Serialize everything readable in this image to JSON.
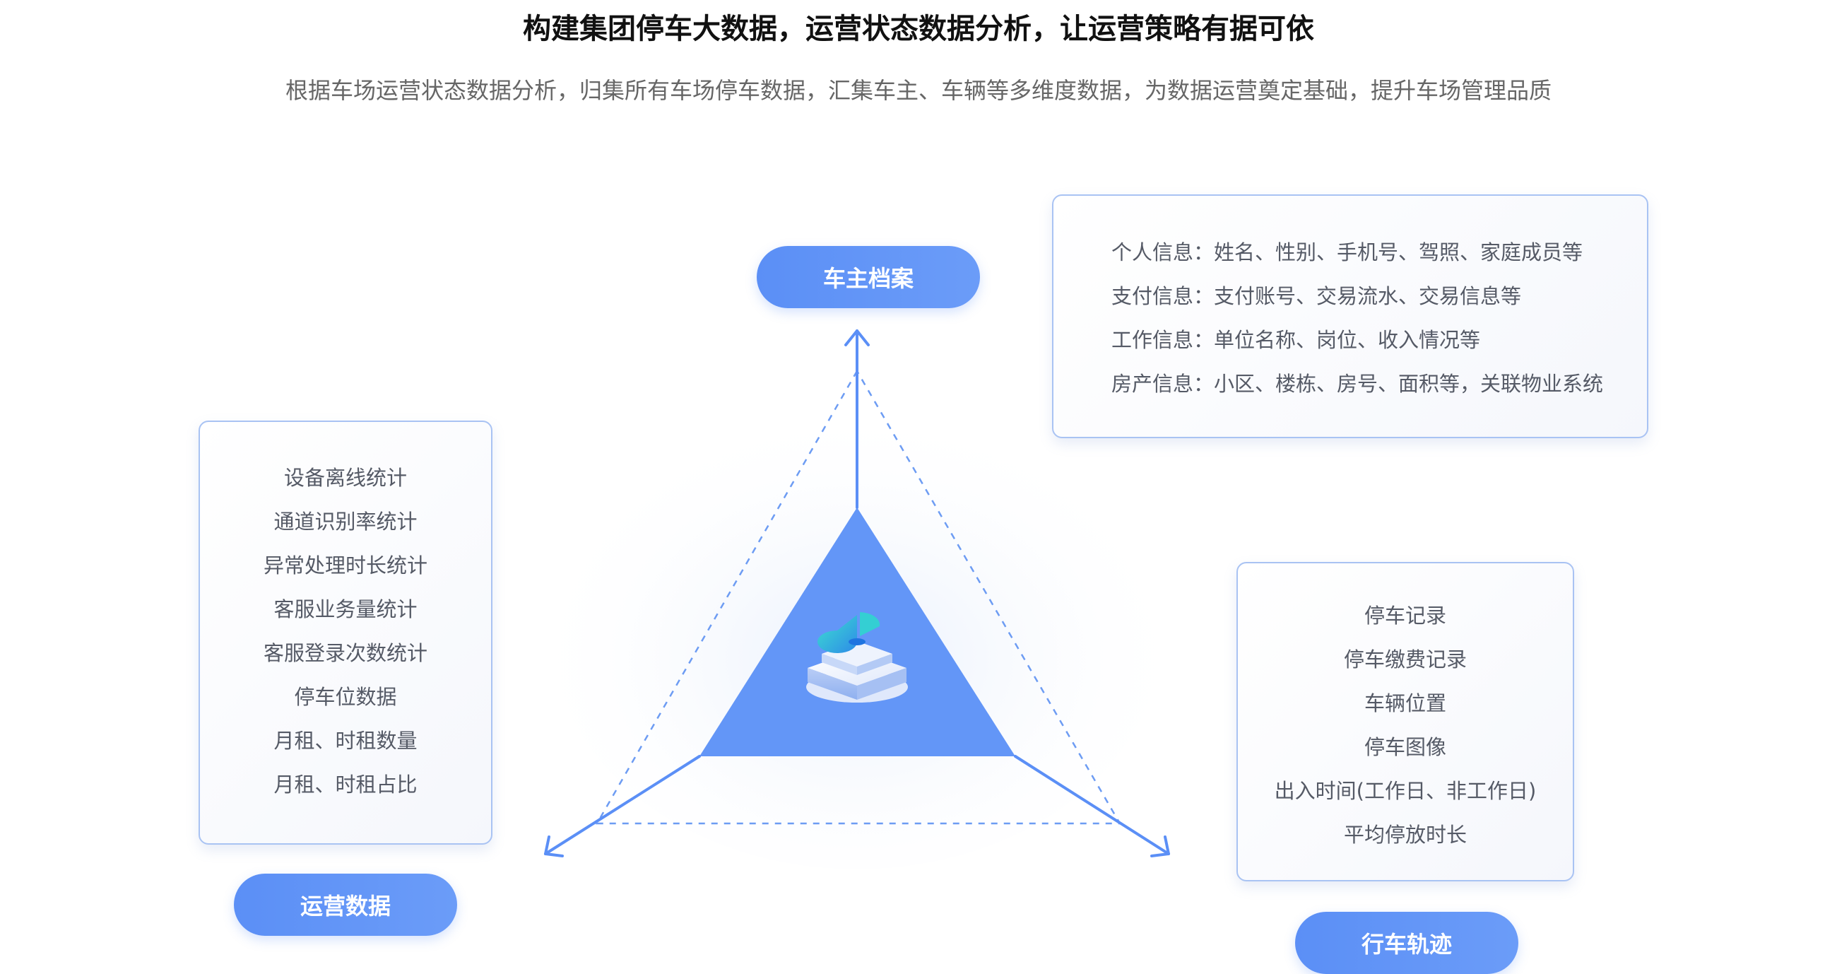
{
  "header": {
    "title": "构建集团停车大数据，运营状态数据分析，让运营策略有据可依",
    "subtitle": "根据车场运营状态数据分析，归集所有车场停车数据，汇集车主、车辆等多维度数据，为数据运营奠定基础，提升车场管理品质"
  },
  "nodes": {
    "owner_archive": {
      "label": "车主档案",
      "items": [
        "个人信息：姓名、性别、手机号、驾照、家庭成员等",
        "支付信息：支付账号、交易流水、交易信息等",
        "工作信息：单位名称、岗位、收入情况等",
        "房产信息：小区、楼栋、房号、面积等，关联物业系统"
      ]
    },
    "operation_data": {
      "label": "运营数据",
      "items": [
        "设备离线统计",
        "通道识别率统计",
        "异常处理时长统计",
        "客服业务量统计",
        "客服登录次数统计",
        "停车位数据",
        "月租、时租数量",
        "月租、时租占比"
      ]
    },
    "driving_track": {
      "label": "行车轨迹",
      "items": [
        "停车记录",
        "停车缴费记录",
        "车辆位置",
        "停车图像",
        "出入时间(工作日、非工作日)",
        "平均停放时长"
      ]
    }
  },
  "center_icon": "data-chart-cube-icon",
  "colors": {
    "primary": "#5b8ff6",
    "triangle_fill": "#6396f7",
    "arrow": "#5b8ff6",
    "dashed_line": "#6d9cf3",
    "card_border": "#a9c3f3",
    "body_text": "#555a66",
    "title_text": "#111111",
    "subtitle_text": "#666666"
  }
}
